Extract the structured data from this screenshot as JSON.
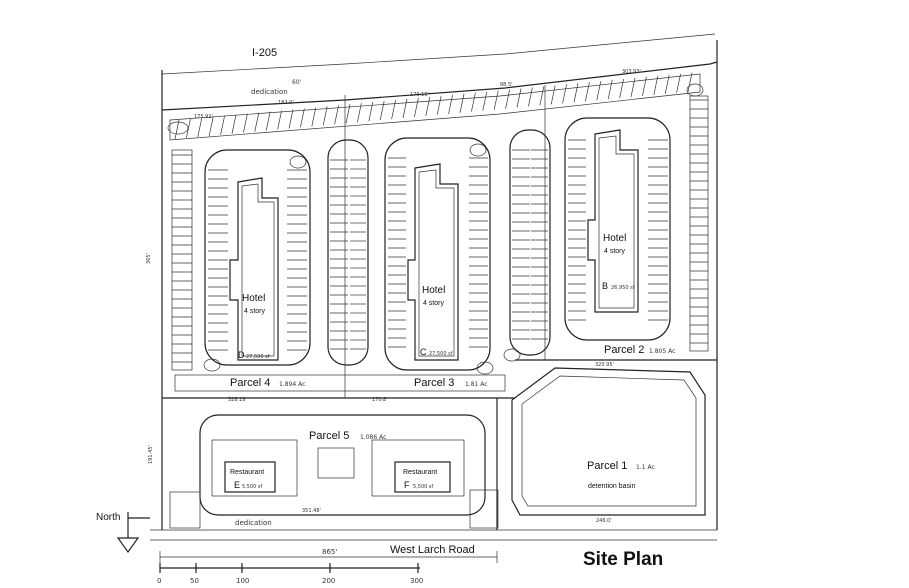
{
  "labels": {
    "highway": "I-205",
    "dedication_top": "dedication",
    "dedication_bottom": "dedication",
    "road": "West Larch Road",
    "north": "North",
    "title": "Site Plan",
    "detention": "detention basin",
    "hotel_story": "4 story"
  },
  "parcels": [
    {
      "name": "Parcel 4",
      "area": "1.894 Ac"
    },
    {
      "name": "Parcel 3",
      "area": "1.81 Ac"
    },
    {
      "name": "Parcel 2",
      "area": "1.805 Ac"
    },
    {
      "name": "Parcel 1",
      "area": "1.1 Ac"
    },
    {
      "name": "Parcel 5",
      "area": "1.086 Ac"
    }
  ],
  "buildings": [
    {
      "type": "Hotel",
      "story": "4 story",
      "id": "D",
      "size": "27,500 sf"
    },
    {
      "type": "Hotel",
      "story": "4 story",
      "id": "C",
      "size": "27,500 sf"
    },
    {
      "type": "Hotel",
      "story": "4 story",
      "id": "B",
      "size": "26,950 sf"
    },
    {
      "type": "Restaurant",
      "id": "E",
      "size": "5,500 sf"
    },
    {
      "type": "Restaurant",
      "id": "F",
      "size": "5,500 sf"
    }
  ],
  "dims": {
    "d1": "60'",
    "d2": "182.0'",
    "d3": "179.16'",
    "d4": "303.93'",
    "d5": "175.91'",
    "d6": "88.5'",
    "d7": "365'",
    "d8": "328.18'",
    "d9": "170.8'",
    "d10": "320.95'",
    "d11": "246.0'",
    "d12": "865'",
    "d13": "351.48'",
    "d14": "191.45'"
  },
  "scale": [
    "0",
    "50",
    "100",
    "200",
    "300"
  ]
}
